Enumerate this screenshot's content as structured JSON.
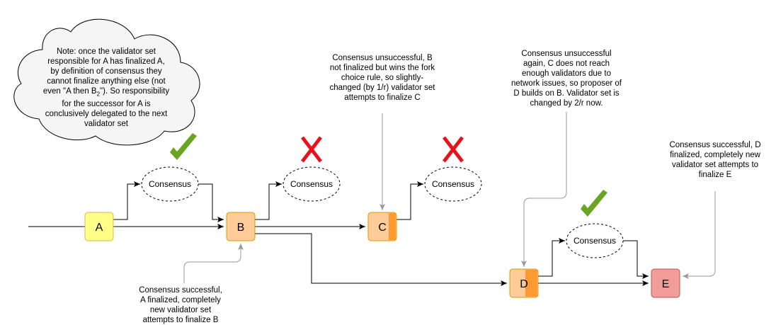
{
  "blocks": {
    "a": "A",
    "b": "B",
    "c": "C",
    "d": "D",
    "e": "E"
  },
  "consensus": {
    "c1": "Consensus",
    "c2": "Consensus",
    "c3": "Consensus",
    "c4": "Consensus"
  },
  "status": {
    "c1": "success",
    "c2": "failure",
    "c3": "failure",
    "c4": "success"
  },
  "marks": {
    "success_color": "#6aa522",
    "failure_color": "#e8121a",
    "success_icon": "checkmark-icon",
    "failure_icon": "cross-icon"
  },
  "colors": {
    "block_a": "#ffff88",
    "block_b": "#ffcc99",
    "block_c_accent": "#ff9933",
    "block_d_accent": "#ff9933",
    "block_e": "#f19c99",
    "cloud": "#f5f5f5"
  },
  "notes": {
    "cloud_lines": [
      "Note: once the validator set",
      "responsible for A has finalized A,",
      "by definition of consensus they",
      "cannot finalize anything else (not",
      "even \"A then B2\"). So responsibility",
      "for the successor for A is",
      "conclusively delegated to the next",
      "validator set"
    ],
    "b_note_lines": [
      "Consensus successful,",
      "A finalized, completely",
      "new validator set",
      "attempts to finalize B"
    ],
    "c_note_lines": [
      "Consensus unsuccessful, B",
      "not finalized but wins the fork",
      "choice rule, so slightly-",
      "changed (by 1/r) validator set",
      "attempts to finalize C"
    ],
    "d_note_lines": [
      "Consensus unsuccessful",
      "again, C does not reach",
      "enough validators due to",
      "network issues, so proposer of",
      "D builds on B. Validator set is",
      "changed by 2/r now."
    ],
    "e_note_lines": [
      "Consensus successful, D",
      "finalized, completely new",
      "validator set attempts to",
      "finalize E"
    ]
  }
}
